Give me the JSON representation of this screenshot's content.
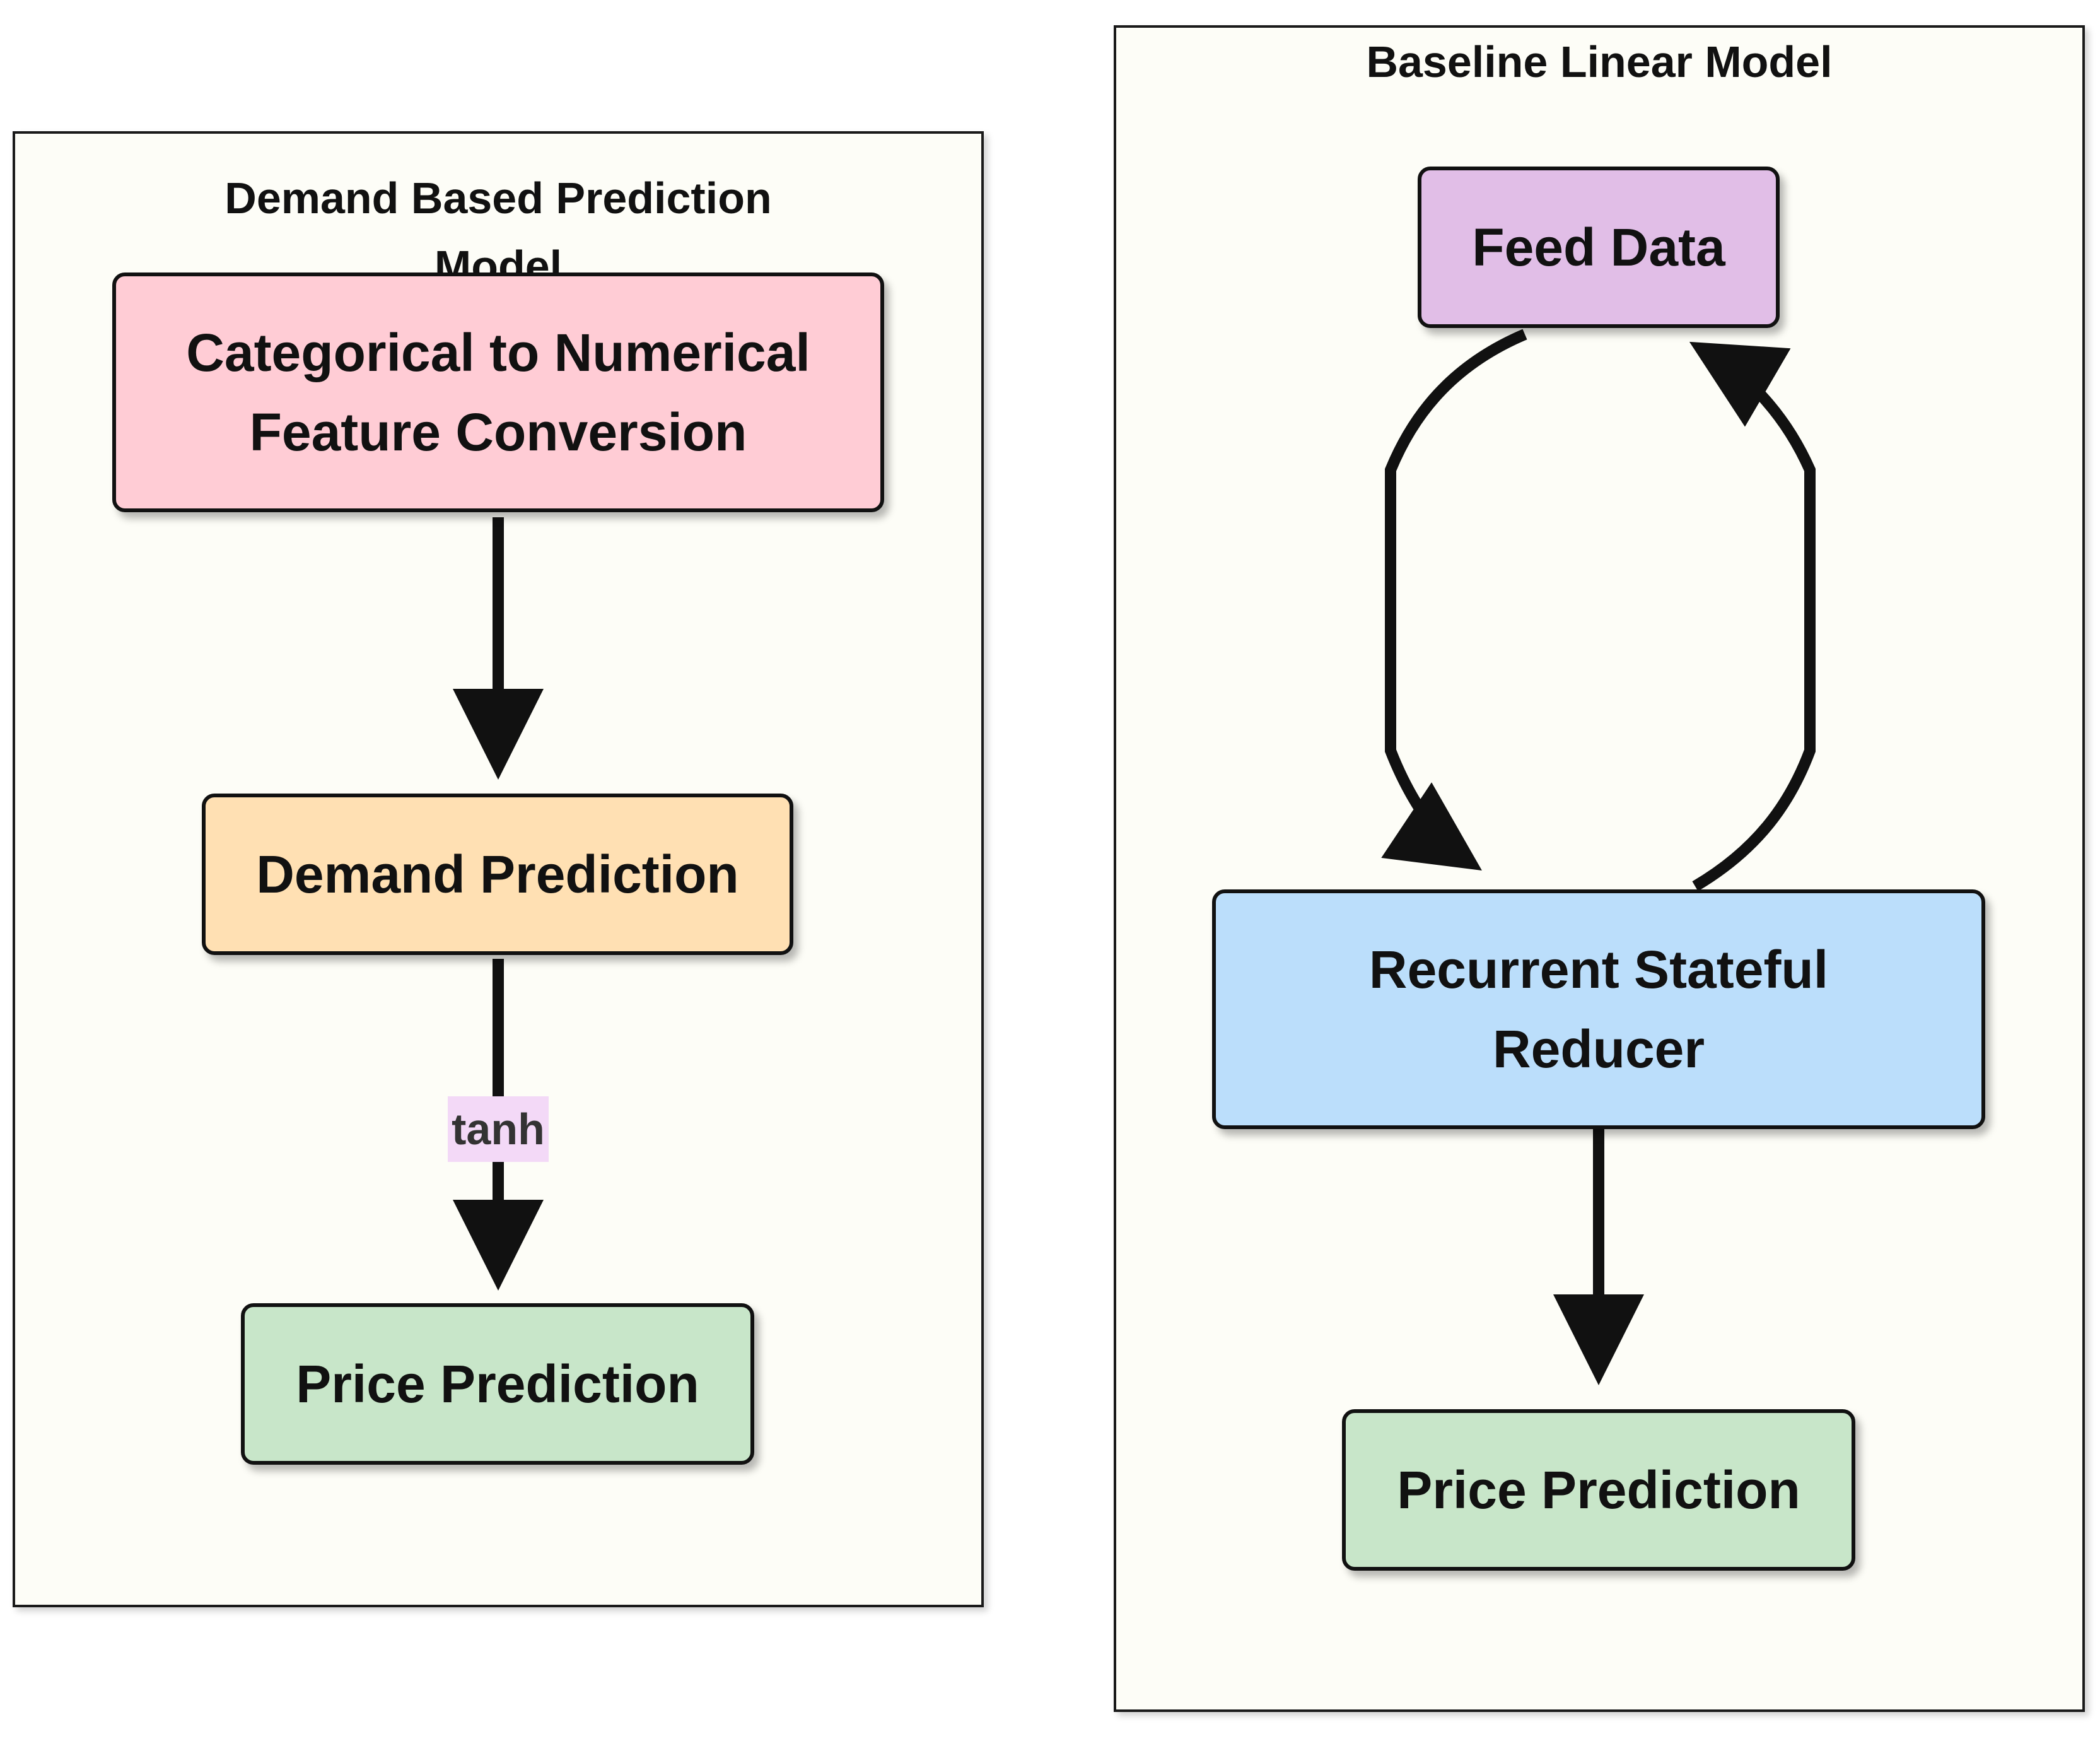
{
  "left_group": {
    "title": "Demand Based Prediction\nModel",
    "nodes": {
      "conversion": {
        "label": "Categorical to Numerical\nFeature Conversion"
      },
      "demand": {
        "label": "Demand Prediction"
      },
      "price": {
        "label": "Price Prediction"
      }
    },
    "edge_label": "tanh"
  },
  "right_group": {
    "title": "Baseline Linear Model",
    "nodes": {
      "feed": {
        "label": "Feed Data"
      },
      "reducer": {
        "label": "Recurrent Stateful\nReducer"
      },
      "price": {
        "label": "Price Prediction"
      }
    }
  },
  "colors": {
    "group_fill": "#fdfdf7",
    "conversion": "#ffccd5",
    "demand": "#ffe0b3",
    "price": "#c8e6c9",
    "feed": "#e1bee7",
    "reducer": "#bbdefb",
    "edge_label_bg": "#f3d9f7",
    "edge": "#111111"
  }
}
